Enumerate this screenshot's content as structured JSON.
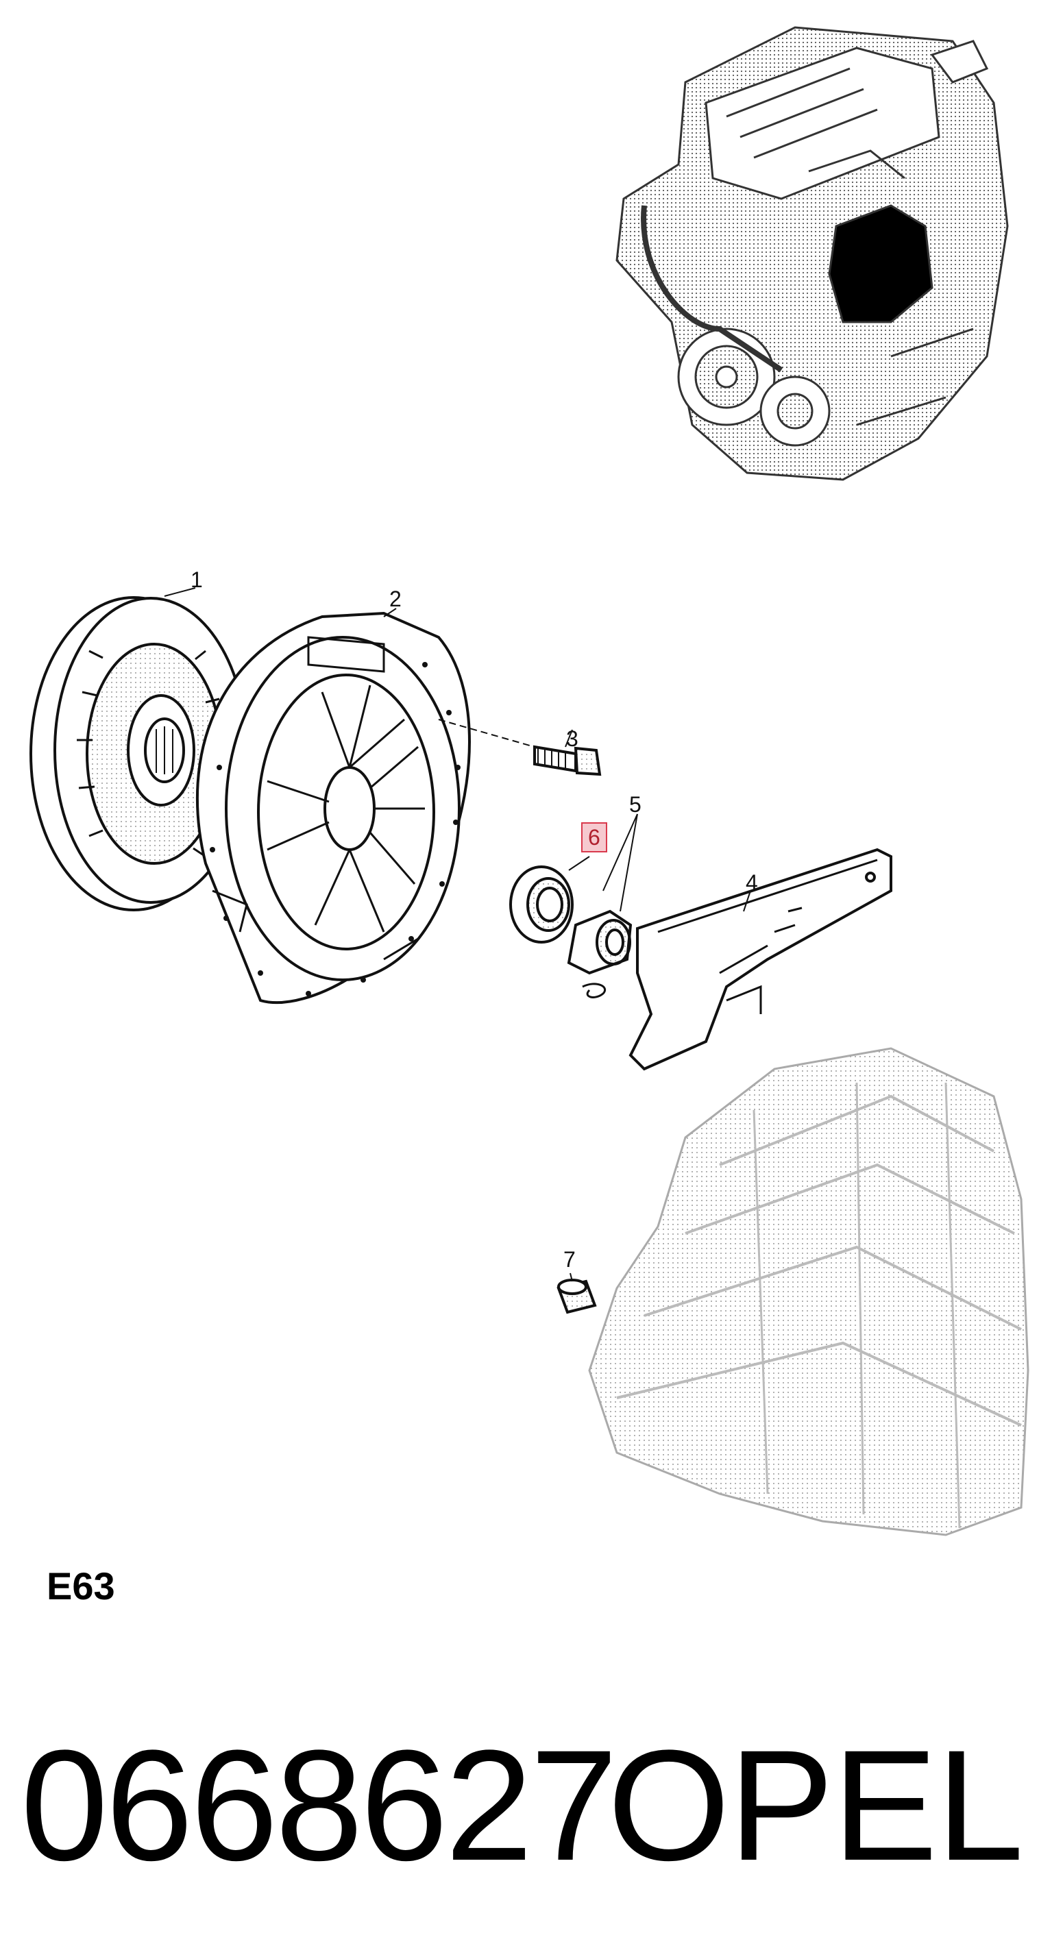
{
  "diagram": {
    "figure_code": "E63",
    "callouts": [
      {
        "id": "1",
        "label": "1",
        "highlighted": false
      },
      {
        "id": "2",
        "label": "2",
        "highlighted": false
      },
      {
        "id": "3",
        "label": "3",
        "highlighted": false
      },
      {
        "id": "4",
        "label": "4",
        "highlighted": false
      },
      {
        "id": "5",
        "label": "5",
        "highlighted": false
      },
      {
        "id": "6",
        "label": "6",
        "highlighted": true
      },
      {
        "id": "7",
        "label": "7",
        "highlighted": false
      }
    ],
    "highlight_color": "#d9394c",
    "highlight_fill": "#f6c9cf"
  },
  "footer": {
    "part_number": "0668627",
    "brand": "OPEL"
  }
}
